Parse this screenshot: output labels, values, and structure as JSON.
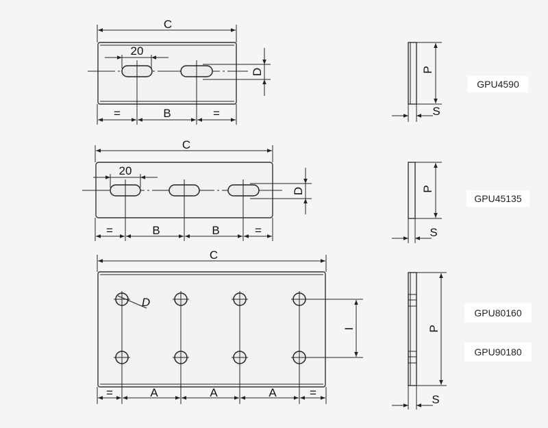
{
  "products": [
    {
      "code": "GPU4590",
      "labels": {
        "length": "C",
        "slot": "20",
        "slot_height": "D",
        "edge": "=",
        "spacing": "B",
        "height": "P",
        "thickness": "S"
      }
    },
    {
      "code": "GPU45135",
      "labels": {
        "length": "C",
        "slot": "20",
        "slot_height": "D",
        "edge": "=",
        "spacing": "B",
        "height": "P",
        "thickness": "S"
      }
    },
    {
      "codes": [
        "GPU80160",
        "GPU90180"
      ],
      "labels": {
        "length": "C",
        "hole": "D",
        "edge": "=",
        "spacing": "A",
        "row_spacing": "I",
        "height": "P",
        "thickness": "S"
      }
    }
  ]
}
